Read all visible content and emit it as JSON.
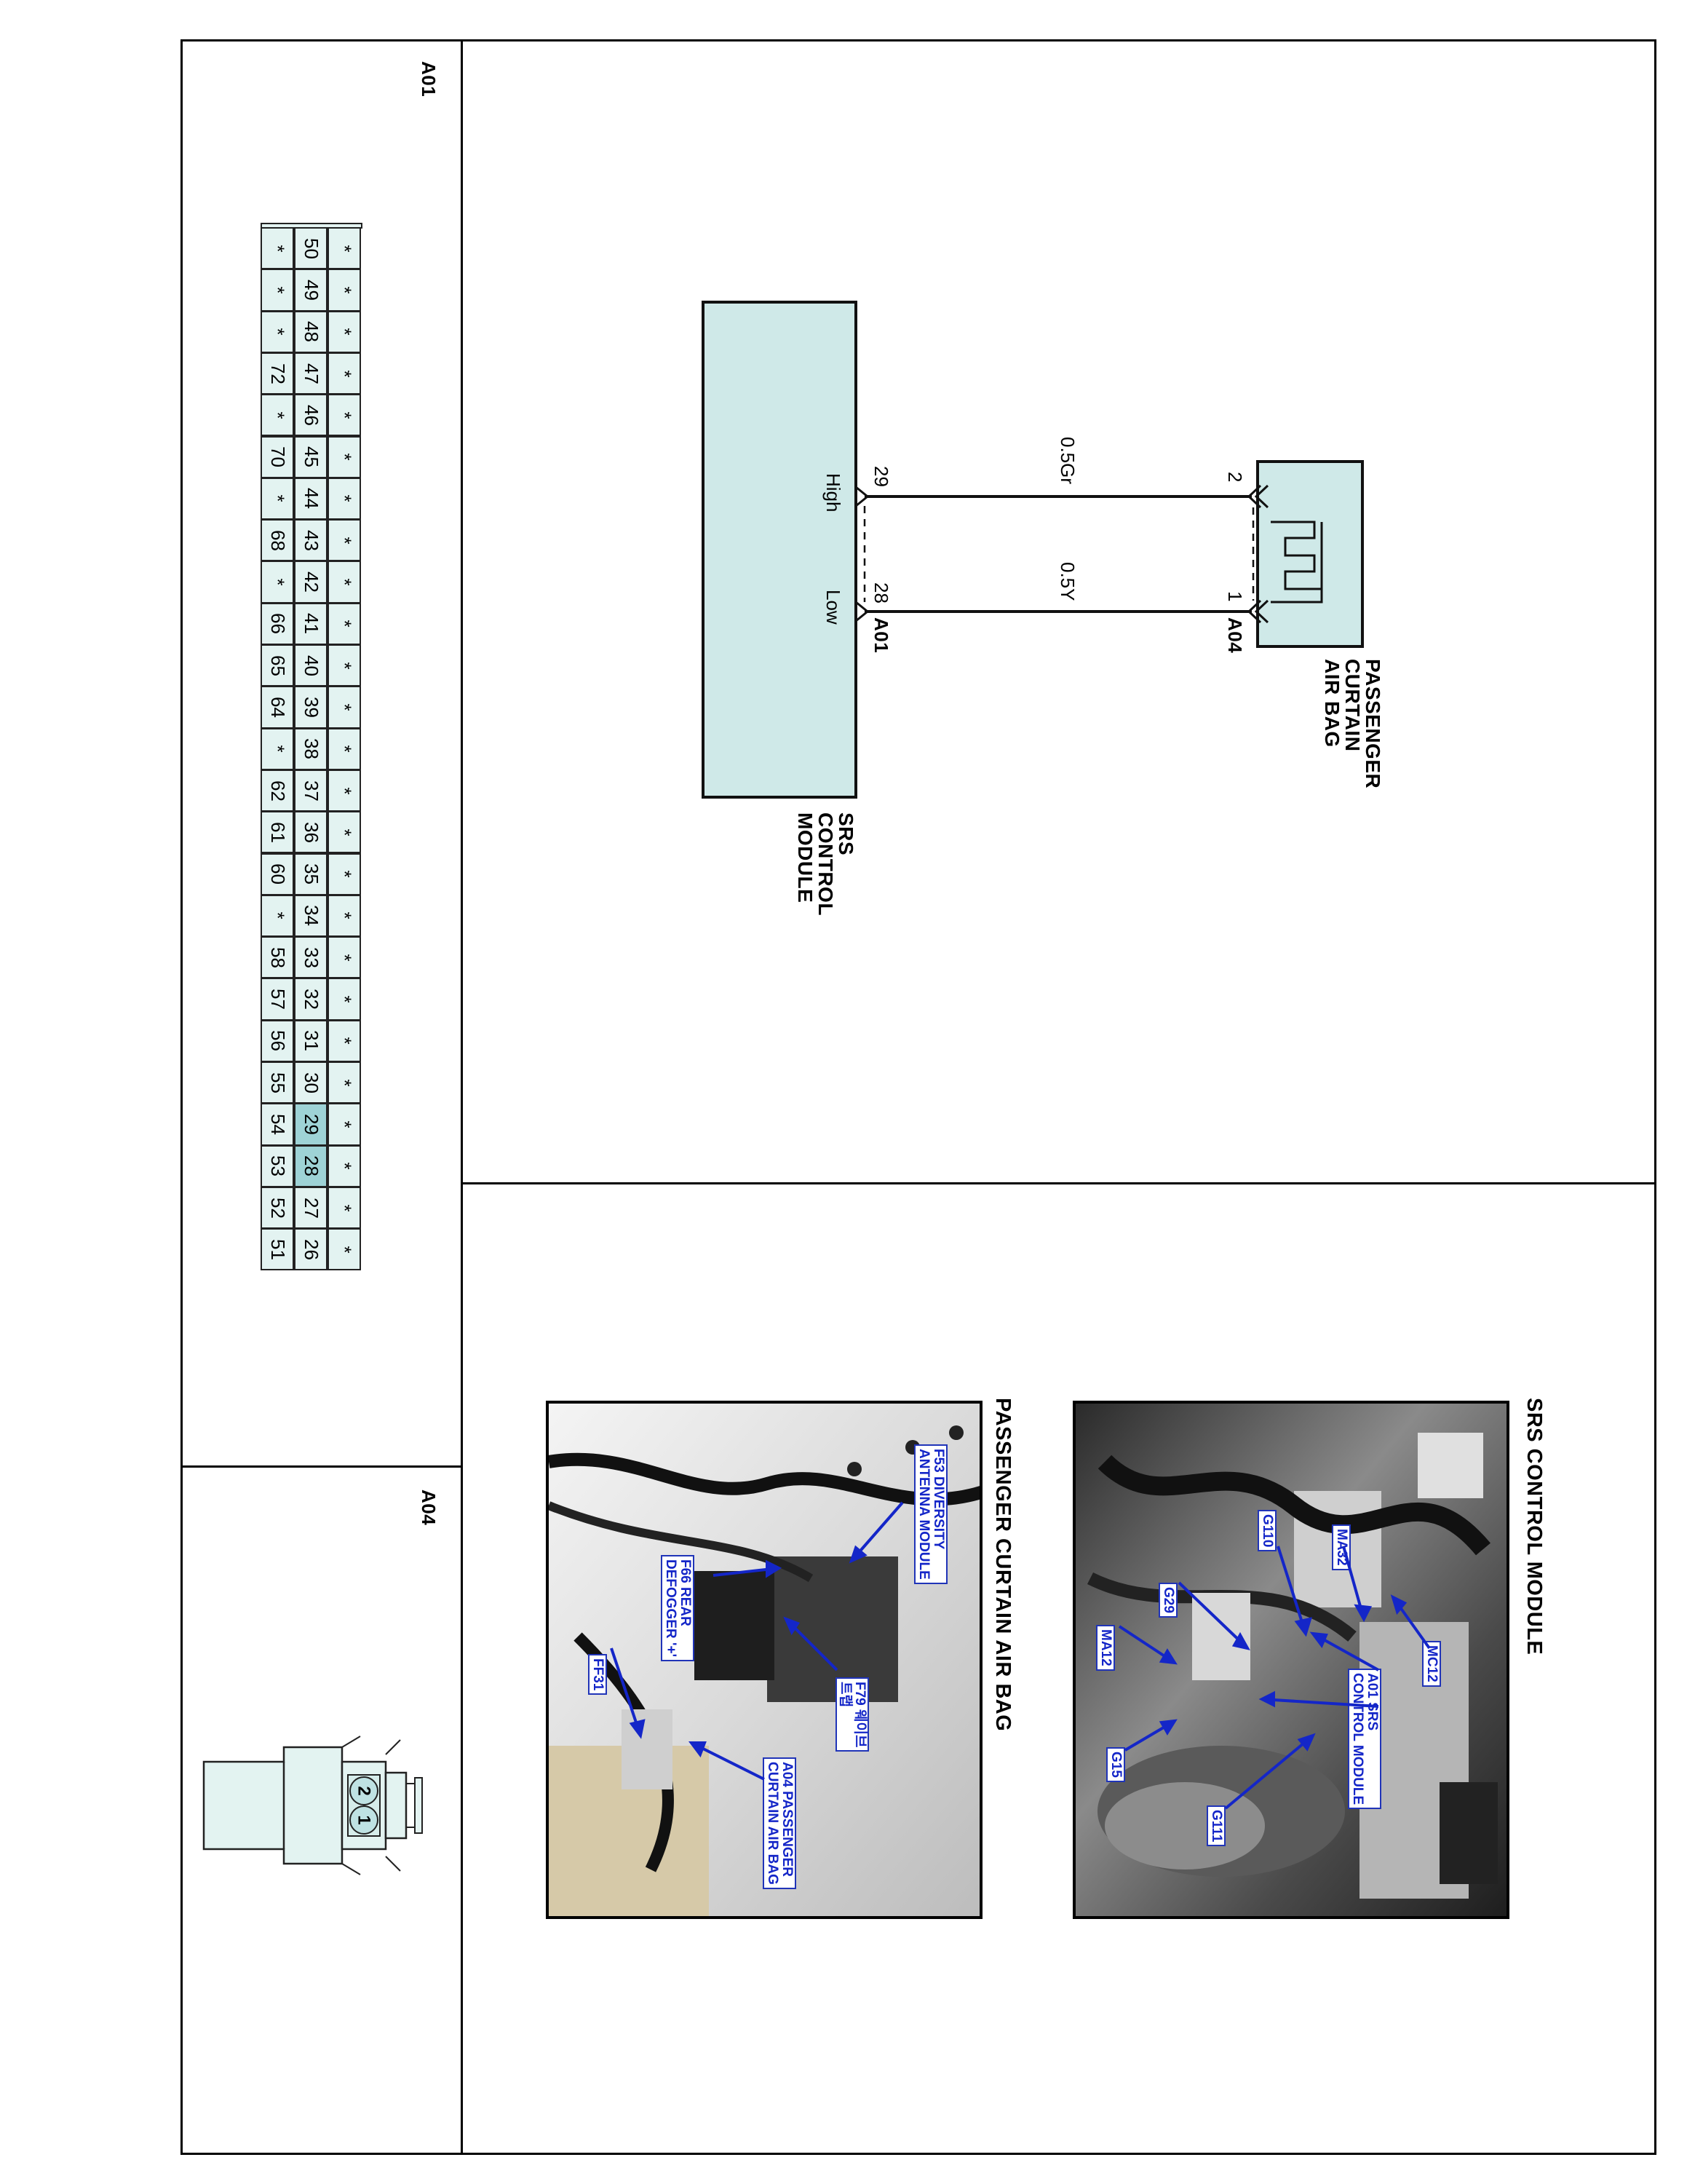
{
  "connectors": {
    "a01_title": "A01",
    "a04_title": "A04"
  },
  "schematic": {
    "component_top": {
      "line1": "PASSENGER",
      "line2": "CURTAIN",
      "line3": "AIR BAG"
    },
    "component_bottom": {
      "line1": "SRS",
      "line2": "CONTROL",
      "line3": "MODULE"
    },
    "wire_left_color": "0.5Gr",
    "wire_right_color": "0.5Y",
    "pin_top_left": "2",
    "pin_top_right": "1",
    "connector_top": "A04",
    "pin_bottom_left": "29",
    "pin_bottom_right": "28",
    "connector_bottom": "A01",
    "label_high": "High",
    "label_low": "Low"
  },
  "a01_pins": {
    "row1": [
      "*",
      "*",
      "*",
      "*",
      "*",
      "*",
      "*",
      "*",
      "*",
      "*",
      "*",
      "*",
      "*",
      "*",
      "*",
      "*",
      "*",
      "*",
      "*",
      "*",
      "*",
      "*",
      "*",
      "*",
      "*"
    ],
    "row2": [
      "50",
      "49",
      "48",
      "47",
      "46",
      "45",
      "44",
      "43",
      "42",
      "41",
      "40",
      "39",
      "38",
      "37",
      "36",
      "35",
      "34",
      "33",
      "32",
      "31",
      "30",
      "29",
      "28",
      "27",
      "26"
    ],
    "row3": [
      "*",
      "*",
      "*",
      "72",
      "*",
      "70",
      "*",
      "68",
      "*",
      "66",
      "65",
      "64",
      "*",
      "62",
      "61",
      "60",
      "*",
      "58",
      "57",
      "56",
      "55",
      "54",
      "53",
      "52",
      "51"
    ],
    "highlight": [
      "29",
      "28"
    ]
  },
  "a04_pins": {
    "p2": "2",
    "p1": "1"
  },
  "photos": {
    "srs": {
      "title": "SRS CONTROL MODULE",
      "callouts": {
        "ma32": "MA32",
        "mc12": "MC12",
        "g110": "G110",
        "g29": "G29",
        "ma12": "MA12",
        "a01_l1": "A01 SRS",
        "a01_l2": "CONTROL MODULE",
        "g15": "G15",
        "g111": "G111"
      }
    },
    "curtain": {
      "title": "PASSENGER CURTAIN AIR BAG",
      "callouts": {
        "f53_l1": "F53 DIVERSITY",
        "f53_l2": "ANTENNA MODULE",
        "f66_l1": "F66  REAR",
        "f66_l2": "DEFOGGER '+'",
        "f79_l1": "F79 웨이브",
        "f79_l2": "트랩",
        "ff31": "FF31",
        "a04_l1": "A04 PASSENGER",
        "a04_l2": "CURTAIN AIR BAG"
      }
    }
  },
  "colors": {
    "pin_fill": "#e3f3f1",
    "pin_highlight": "#9ed3d6",
    "callout_text": "#1426c8"
  }
}
